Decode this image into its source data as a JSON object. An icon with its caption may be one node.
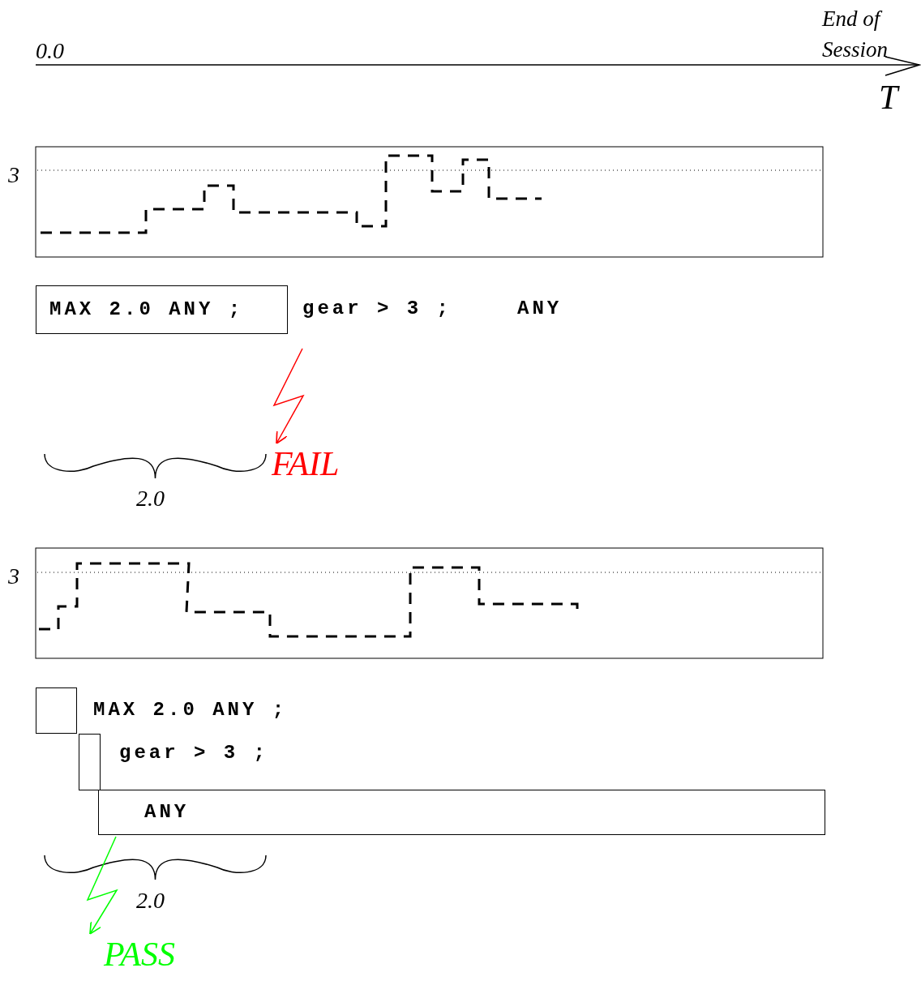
{
  "diagram": {
    "nodes": [
      {
        "text": [
          "MAX 2.0 ANY ;"
        ]
      },
      {
        "text": [
          "gear > 3 ;"
        ]
      },
      {
        "text": [
          "ANY"
        ]
      },
      {
        "text": [
          "FAIL"
        ]
      },
      {
        "text": [],
        "shape": "box",
        "beside": [
          "MAX 2.0 ANY ;"
        ]
      },
      {
        "text": [],
        "shape": "box",
        "beside": [
          "gear > 3 ;"
        ]
      },
      {
        "text": [
          "ANY"
        ]
      },
      {
        "text": [
          "PASS"
        ]
      }
    ],
    "edges": [
      {
        "from": null,
        "to": 3,
        "arrow": "to",
        "color": "#ff0000"
      },
      {
        "from": 6,
        "to": 7,
        "arrow": "to",
        "color": "#00ff00"
      }
    ],
    "labels": [
      "End of Session",
      "0.0",
      "T",
      "3",
      "2.0",
      "3",
      "2.0"
    ]
  }
}
